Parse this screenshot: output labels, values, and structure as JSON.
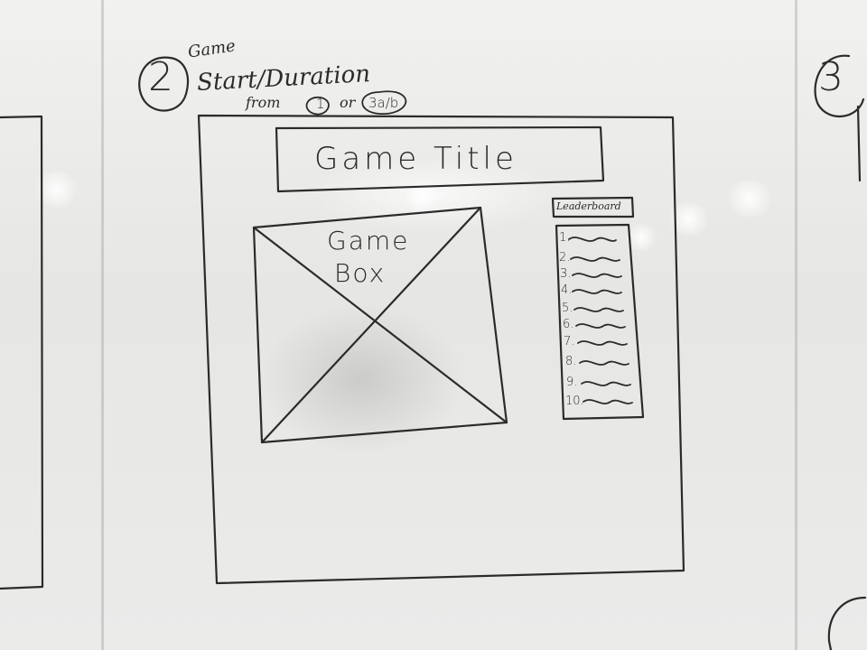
{
  "step": {
    "number": "2",
    "line1": "Game",
    "line2": "Start/Duration",
    "line3_prefix": "from",
    "ref_a": "1",
    "ref_joiner": "or",
    "ref_b": "3a/b"
  },
  "title_box": {
    "label": "Game Title"
  },
  "game_box": {
    "line1": "Game",
    "line2": "Box"
  },
  "leaderboard": {
    "header": "Leaderboard",
    "ranks": [
      "1.",
      "2.",
      "3.",
      "4.",
      "5.",
      "6.",
      "7.",
      "8.",
      "9.",
      "10."
    ]
  },
  "next_step": {
    "number": "3"
  },
  "ink_color": "#2b2b2b"
}
